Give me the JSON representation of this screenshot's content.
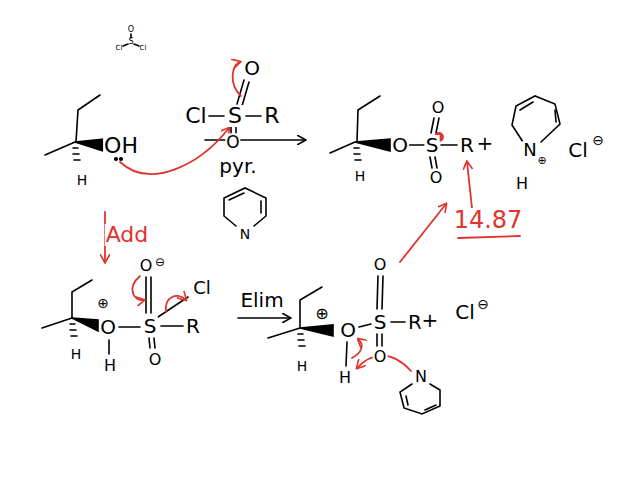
{
  "diagram": {
    "labels": [
      "O",
      "S",
      "Cl",
      "Cl",
      "H",
      "OH",
      "O",
      "Cl",
      "S",
      "R",
      "O",
      "pyr.",
      "N",
      "H",
      "O",
      "O",
      "S",
      "R",
      "O",
      "+",
      "N",
      "⊕",
      "H",
      "Cl",
      "⊖",
      "14.87",
      "Add",
      "⊕",
      "O",
      "H",
      "H",
      "O",
      "⊖",
      "S",
      "Cl",
      "R",
      "O",
      "Elim",
      "H",
      "⊕",
      "O",
      "H",
      "O",
      "S",
      "R",
      "+",
      "Cl",
      "⊖",
      "O",
      "N"
    ]
  }
}
